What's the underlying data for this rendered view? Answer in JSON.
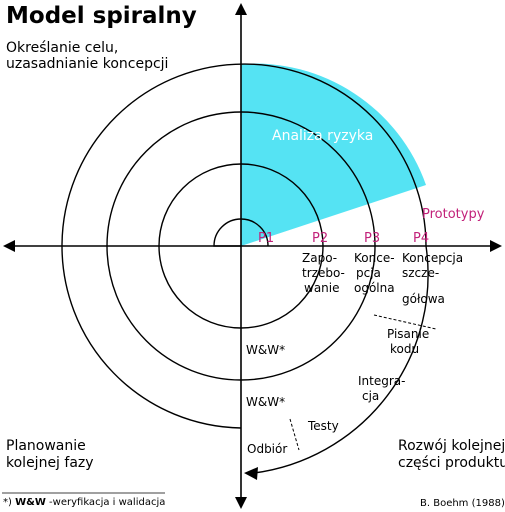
{
  "title": "Model spiralny",
  "quadrants": {
    "top_left": [
      "Określanie celu,",
      "uzasadnianie koncepcji"
    ],
    "bottom_left": [
      "Planowanie",
      "kolejnej fazy"
    ],
    "bottom_right": [
      "Rozwój kolejnej",
      "części produktu"
    ]
  },
  "risk_label": "Analiza ryzyka",
  "prototypes_label": "Prototypy",
  "phases": [
    "P1",
    "P2",
    "P3",
    "P4"
  ],
  "stages": {
    "p2": [
      "Zapo-",
      "trzebo-",
      "wanie"
    ],
    "p3": [
      "Konce-",
      "pcja",
      "ogólna"
    ],
    "p4": [
      "Koncepcja",
      "szcze-",
      "gółowa"
    ],
    "pisanie": [
      "Pisanie",
      "kodu"
    ],
    "integracja": [
      "Integra-",
      "cja"
    ],
    "testy": "Testy",
    "odbior": "Odbiór",
    "ww1": "W&W*",
    "ww2": "W&W*"
  },
  "footnote": {
    "marker": "*) ",
    "bold": "W&W",
    "rest": " -weryfikacja i walidacja"
  },
  "source": "B. Boehm (1988)",
  "colors": {
    "risk_fill": "#55e3f3",
    "prototypes": "#c2227a",
    "lines": "#000000"
  }
}
